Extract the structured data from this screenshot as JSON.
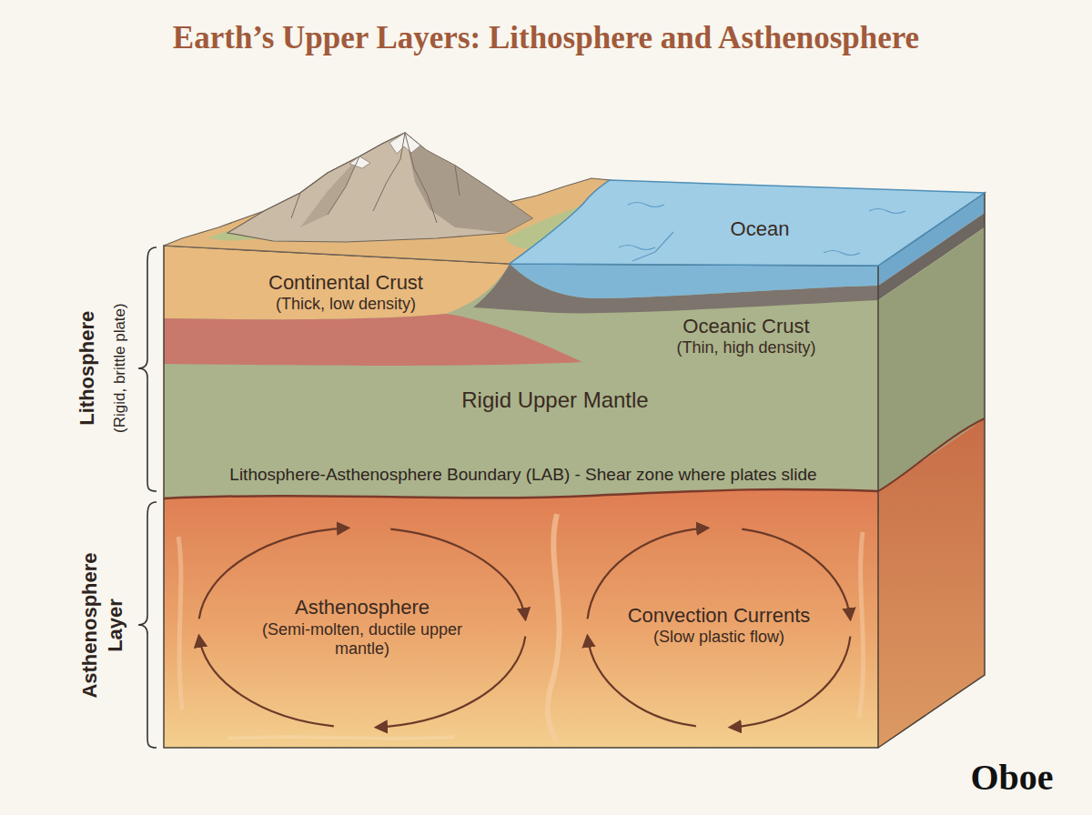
{
  "diagram": {
    "title": "Earth’s Upper Layers: Lithosphere and Asthenosphere",
    "nodes": [
      {
        "text": [
          "Ocean"
        ]
      },
      {
        "text": [
          "Continental Crust",
          "(Thick, low density)"
        ]
      },
      {
        "text": [
          "Oceanic Crust",
          "(Thin, high density)"
        ]
      },
      {
        "text": [
          "Rigid Upper Mantle"
        ]
      },
      {
        "text": [
          "Asthenosphere",
          "(Semi-molten, ductile upper mantle)"
        ]
      },
      {
        "text": [
          "Convection Currents",
          "(Slow plastic flow)"
        ]
      }
    ],
    "labels": [
      "Lithosphere",
      "(Rigid, brittle plate)",
      "Lithosphere-Asthenosphere Boundary (LAB) - Shear zone where plates slide",
      "Asthenosphere Layer",
      "Oboe"
    ]
  }
}
